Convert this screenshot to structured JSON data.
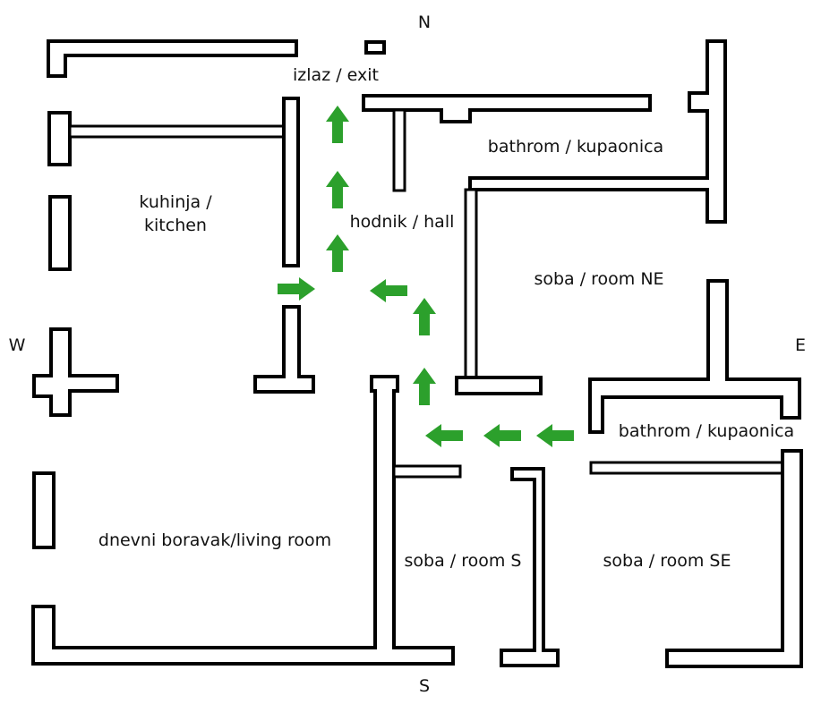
{
  "compass": {
    "north": "N",
    "south": "S",
    "west": "W",
    "east": "E"
  },
  "rooms": {
    "exit": "izlaz / exit",
    "bathroom_north": "bathrom / kupaonica",
    "kitchen_line1": "kuhinja /",
    "kitchen_line2": "kitchen",
    "hall": "hodnik / hall",
    "room_ne": "soba / room NE",
    "bathroom_east": "bathrom / kupaonica",
    "living_room": "dnevni boravak/living room",
    "room_s": "soba / room S",
    "room_se": "soba / room SE"
  },
  "colors": {
    "walls": "#000000",
    "route_arrows": "#2ca02c",
    "background": "#ffffff"
  },
  "route": {
    "direction_sequence": [
      "left",
      "left",
      "left",
      "up",
      "up",
      "left",
      "right",
      "up",
      "up",
      "up"
    ]
  }
}
